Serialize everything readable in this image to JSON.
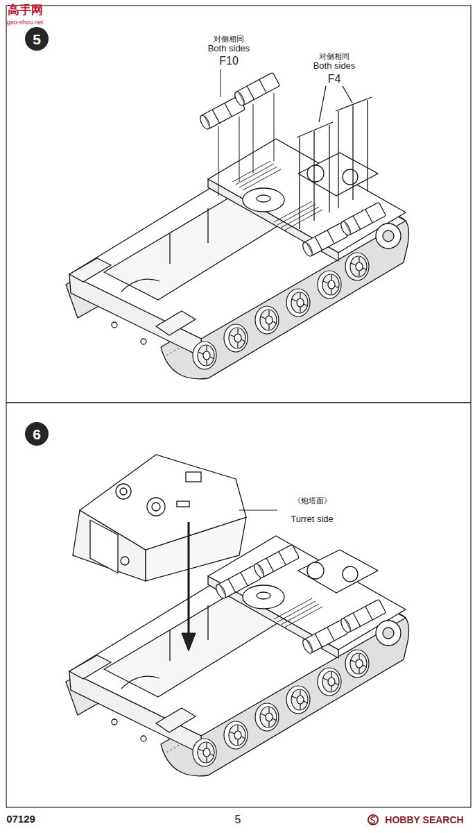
{
  "diagram": {
    "nodes": [
      {
        "text": [
          "5"
        ]
      },
      {
        "text": [
          "6"
        ]
      }
    ],
    "labels": [
      "高手网",
      "gao-shou.net",
      "对侧相同",
      "Both sides",
      "F10",
      "对侧相同",
      "Both sides",
      "F4",
      "《炮塔面》",
      "Turret side",
      "07129",
      "5",
      "HOBBY SEARCH"
    ]
  }
}
